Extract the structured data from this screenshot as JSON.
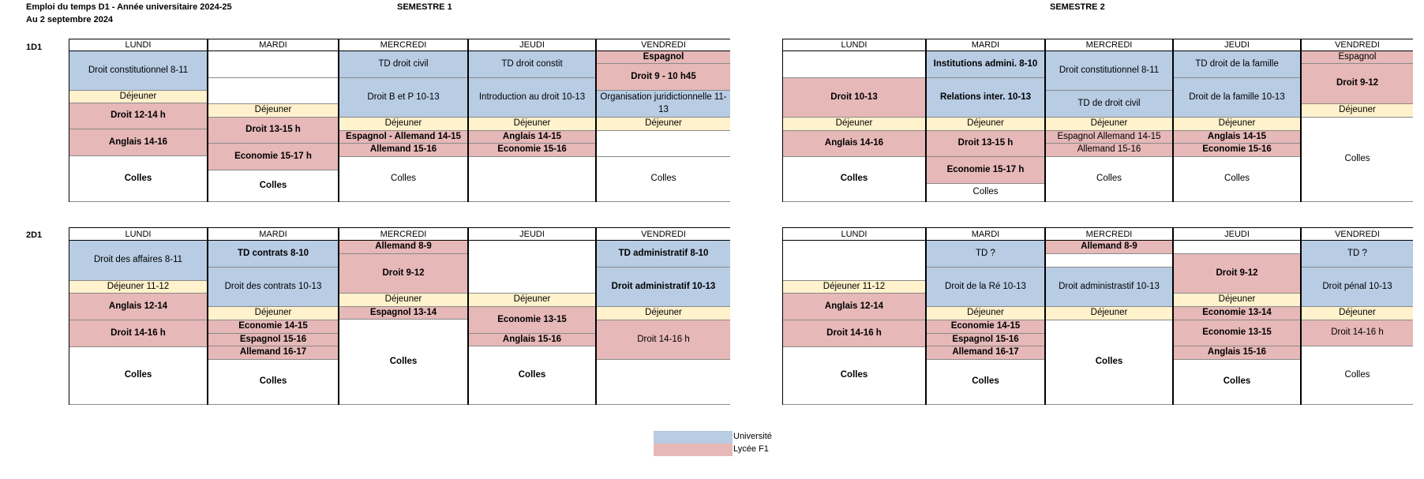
{
  "header": {
    "title": "Emploi du temps D1 - Année universitaire 2024-25",
    "subtitle": "Au 2 septembre 2024",
    "semester1": "SEMESTRE 1",
    "semester2": "SEMESTRE 2"
  },
  "rows": {
    "r1": "1D1",
    "r2": "2D1"
  },
  "days": [
    "LUNDI",
    "MARDI",
    "MERCREDI",
    "JEUDI",
    "VENDREDI"
  ],
  "colors": {
    "universite": "#b8cce4",
    "lycee": "#e6b8b7",
    "dejeuner": "#fff2cc"
  },
  "legend": {
    "universite": "Université",
    "lycee": "Lycée F1"
  },
  "schedules": {
    "s1_1d1": [
      [
        "Droit constitutionnel 8-11",
        "Déjeuner",
        "Droit 12-14 h",
        "Anglais 14-16",
        "Colles"
      ],
      [
        "",
        "",
        "Déjeuner",
        "Droit 13-15 h",
        "Economie 15-17 h",
        "Colles"
      ],
      [
        "TD droit civil",
        "Droit B et P 10-13",
        "Déjeuner",
        "Espagnol - Allemand 14-15",
        "Allemand 15-16",
        "Colles"
      ],
      [
        "TD droit constit",
        "Introduction au droit 10-13",
        "Déjeuner",
        "Anglais 14-15",
        "Economie 15-16",
        ""
      ],
      [
        "Espagnol",
        "Droit 9 - 10 h45",
        "Organisation juridictionnelle 11-13",
        "Déjeuner",
        "",
        "Colles"
      ]
    ],
    "s2_1d1": [
      [
        "",
        "Droit 10-13",
        "Déjeuner",
        "Anglais 14-16",
        "Colles"
      ],
      [
        "Institutions admini. 8-10",
        "Relations inter. 10-13",
        "Déjeuner",
        "Droit 13-15 h",
        "Economie 15-17 h",
        "Colles"
      ],
      [
        "Droit constitutionnel 8-11",
        "TD de droit civil",
        "Déjeuner",
        "Espagnol Allemand 14-15",
        "Allemand 15-16",
        "Colles"
      ],
      [
        "TD droit de la famille",
        "Droit de la famille 10-13",
        "Déjeuner",
        "Anglais 14-15",
        "Economie 15-16",
        "Colles"
      ],
      [
        "Espagnol",
        "Droit 9-12",
        "Déjeuner",
        "Colles"
      ]
    ],
    "s1_2d1": [
      [
        "Droit des affaires 8-11",
        "Déjeuner 11-12",
        "Anglais 12-14",
        "Droit 14-16 h",
        "Colles"
      ],
      [
        "TD contrats 8-10",
        "Droit des contrats 10-13",
        "Déjeuner",
        "Economie 14-15",
        "Espagnol 15-16",
        "Allemand 16-17",
        "Colles"
      ],
      [
        "Allemand 8-9",
        "Droit 9-12",
        "Déjeuner",
        "Espagnol 13-14",
        "Colles"
      ],
      [
        "",
        "Déjeuner",
        "Economie 13-15",
        "Anglais 15-16",
        "Colles"
      ],
      [
        "TD administratif 8-10",
        "Droit administratif 10-13",
        "Déjeuner",
        "Droit 14-16 h",
        ""
      ]
    ],
    "s2_2d1": [
      [
        "",
        "Déjeuner 11-12",
        "Anglais 12-14",
        "Droit 14-16 h",
        "Colles"
      ],
      [
        "TD ?",
        "Droit de la Ré 10-13",
        "Déjeuner",
        "Economie 14-15",
        "Espagnol 15-16",
        "Allemand 16-17",
        "Colles"
      ],
      [
        "Allemand 8-9",
        "",
        "Droit administrastif 10-13",
        "Déjeuner",
        "Colles"
      ],
      [
        "",
        "Droit 9-12",
        "Déjeuner",
        "Economie 13-14",
        "Economie 13-15",
        "Anglais 15-16",
        "Colles"
      ],
      [
        "TD ?",
        "Droit pénal 10-13",
        "Déjeuner",
        "Droit 14-16 h",
        "Colles"
      ]
    ]
  }
}
